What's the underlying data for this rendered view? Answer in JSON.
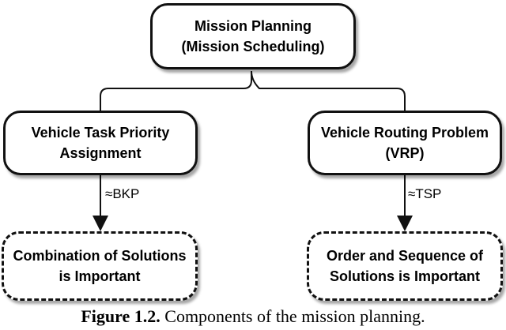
{
  "root": {
    "line1": "Mission Planning",
    "line2": "(Mission Scheduling)"
  },
  "left": {
    "line1": "Vehicle Task Priority",
    "line2": "Assignment",
    "edge_label": "≈BKP",
    "outcome": {
      "line1": "Combination of Solutions",
      "line2": "is Important"
    }
  },
  "right": {
    "line1": "Vehicle Routing Problem",
    "line2": "(VRP)",
    "edge_label": "≈TSP",
    "outcome": {
      "line1": "Order and Sequence of",
      "line2": "Solutions is Important"
    }
  },
  "caption": {
    "label": "Figure 1.2.",
    "text": " Components of the mission planning."
  }
}
